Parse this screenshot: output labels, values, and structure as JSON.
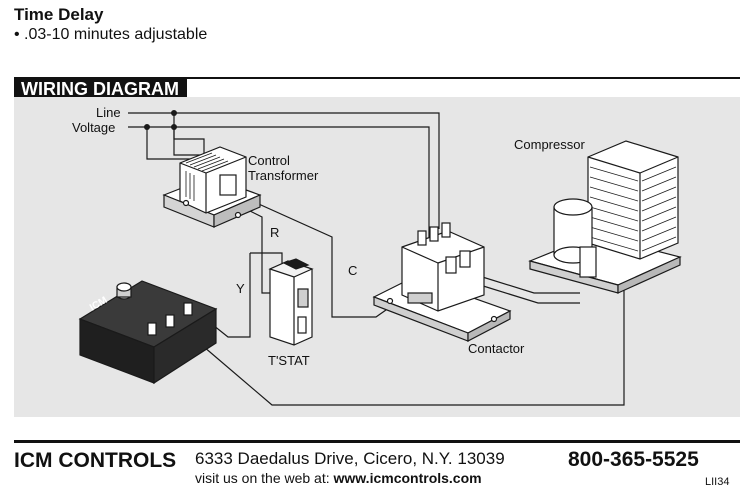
{
  "spec": {
    "title": "Time Delay",
    "bullet": "• .03-10 minutes adjustable"
  },
  "section": {
    "header": "WIRING DIAGRAM"
  },
  "diagram": {
    "labels": {
      "line": "Line",
      "voltage": "Voltage",
      "control": "Control",
      "transformer": "Transformer",
      "r": "R",
      "y": "Y",
      "c": "C",
      "tstat": "T'STAT",
      "compressor": "Compressor",
      "contactor": "Contactor",
      "icm_logo": "ICM"
    },
    "colors": {
      "panel_bg": "#e6e6e6",
      "outline": "#1a1a1a",
      "device_fill": "#ffffff",
      "relay_body": "#3a3a3a"
    }
  },
  "footer": {
    "company": "ICM CONTROLS",
    "address": "6333 Daedalus Drive, Cicero, N.Y. 13039",
    "web_prefix": "visit us on the web at: ",
    "web_url": "www.icmcontrols.com",
    "phone": "800-365-5525",
    "code": "LII34"
  }
}
